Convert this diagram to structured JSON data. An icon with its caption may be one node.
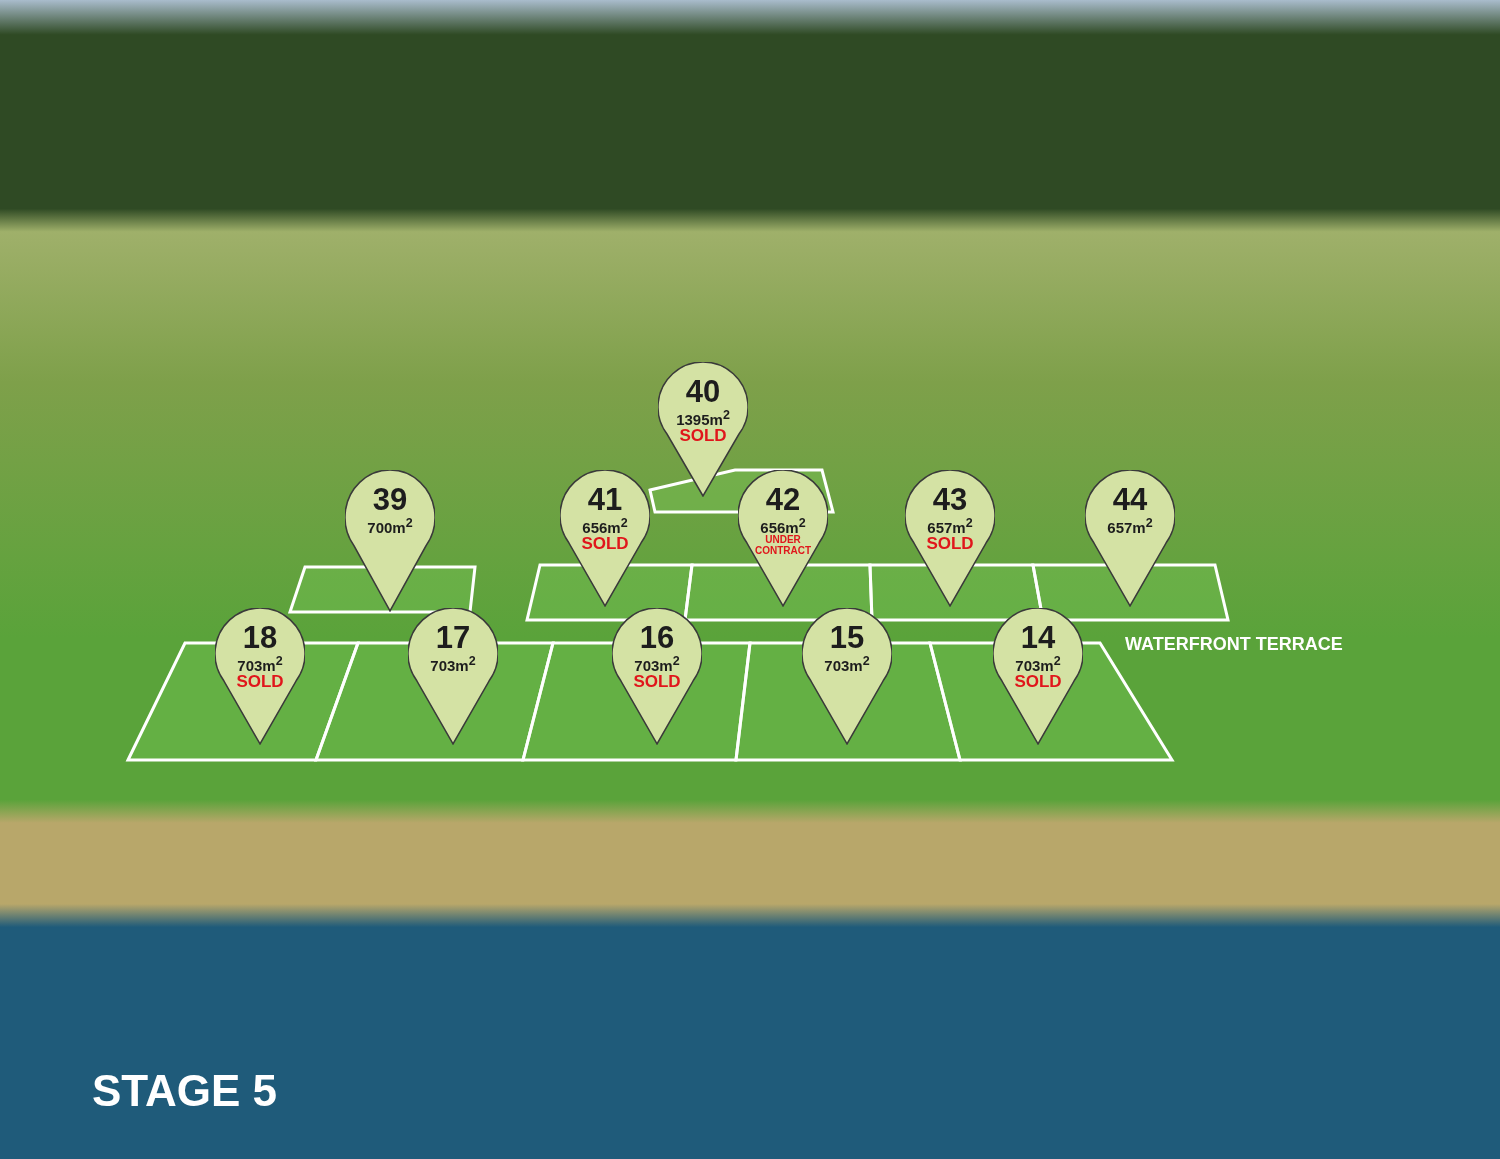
{
  "diagram": {
    "title": "STAGE 5",
    "nodes": [
      {
        "text": [
          "40",
          "1395m$^{2}$",
          "SOLD"
        ]
      },
      {
        "text": [
          "39",
          "700m$^{2}$"
        ]
      },
      {
        "text": [
          "41",
          "656m$^{2}$",
          "SOLD"
        ]
      },
      {
        "text": [
          "42",
          "656m$^{2}$",
          "UNDER CONTRACT"
        ]
      },
      {
        "text": [
          "43",
          "657m$^{2}$",
          "SOLD"
        ]
      },
      {
        "text": [
          "44",
          "657m$^{2}$"
        ]
      },
      {
        "text": [
          "18",
          "703m$^{2}$",
          "SOLD"
        ]
      },
      {
        "text": [
          "17",
          "703m$^{2}$"
        ]
      },
      {
        "text": [
          "16",
          "703m$^{2}$",
          "SOLD"
        ]
      },
      {
        "text": [
          "15",
          "703m$^{2}$"
        ]
      },
      {
        "text": [
          "14",
          "703m$^{2}$",
          "SOLD"
        ]
      }
    ],
    "labels": [
      "WATERFRONT TERRACE"
    ]
  }
}
